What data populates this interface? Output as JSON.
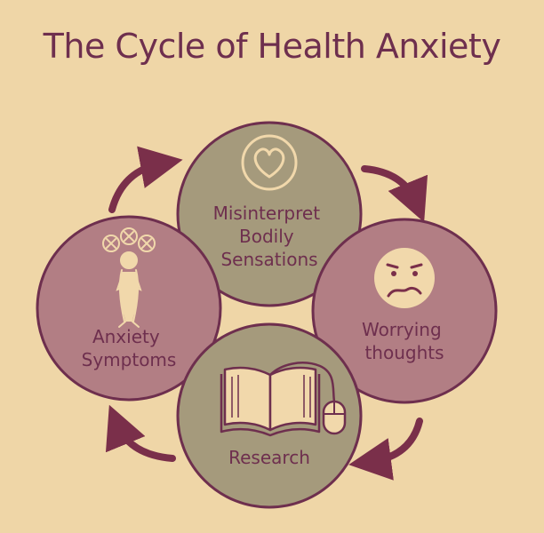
{
  "title": "The Cycle of Health Anxiety",
  "colors": {
    "background": "#efd6a7",
    "olive_circle": "#a59a7c",
    "mauve_circle": "#b27e84",
    "outline": "#6e2f4e",
    "icon_fill": "#f1d8ab",
    "arrow": "#7a2f4a"
  },
  "nodes": [
    {
      "id": "misinterpret",
      "lines": [
        "Misinterpret",
        "Bodily",
        "Sensations"
      ],
      "icon": "heart-icon"
    },
    {
      "id": "worrying",
      "lines": [
        "Worrying",
        "thoughts"
      ],
      "icon": "worried-face-icon"
    },
    {
      "id": "research",
      "lines": [
        "Research"
      ],
      "icon": "book-mouse-icon"
    },
    {
      "id": "symptoms",
      "lines": [
        "Anxiety",
        "Symptoms"
      ],
      "icon": "anxious-person-icon"
    }
  ]
}
